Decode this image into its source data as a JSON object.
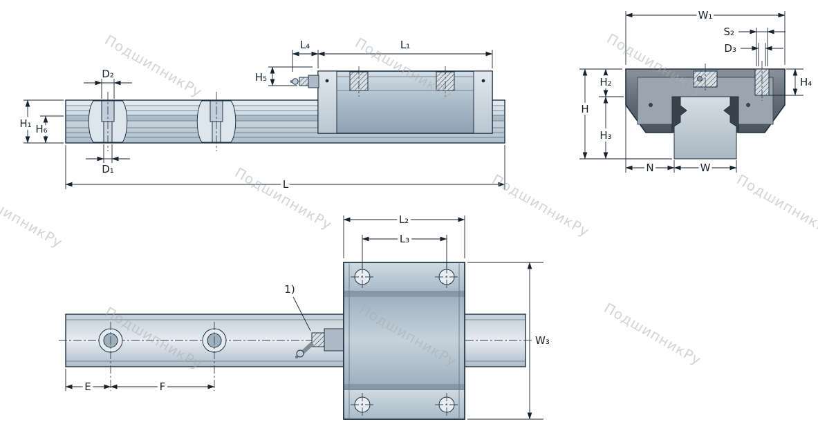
{
  "watermark": {
    "text": "ПодшипникРу",
    "color": "#a7adb3"
  },
  "colors": {
    "outline": "#1e3040",
    "dimension_text": "#17222e",
    "steel_light": "#e9eff4",
    "steel_mid": "#aebdc9",
    "cross_section_body": "#626c76"
  },
  "labels": {
    "h1": "H₁",
    "h6": "H₆",
    "d2": "D₂",
    "d1": "D₁",
    "l4": "L₄",
    "l1": "L₁",
    "h5": "H₅",
    "l": "L",
    "w1": "W₁",
    "s2": "S₂",
    "d3": "D₃",
    "h2": "H₂",
    "h": "H",
    "h3": "H₃",
    "h4": "H₄",
    "n": "N",
    "w": "W",
    "l2": "L₂",
    "l3": "L₃",
    "w3": "W₃",
    "e": "E",
    "f": "F",
    "note": "1)"
  }
}
